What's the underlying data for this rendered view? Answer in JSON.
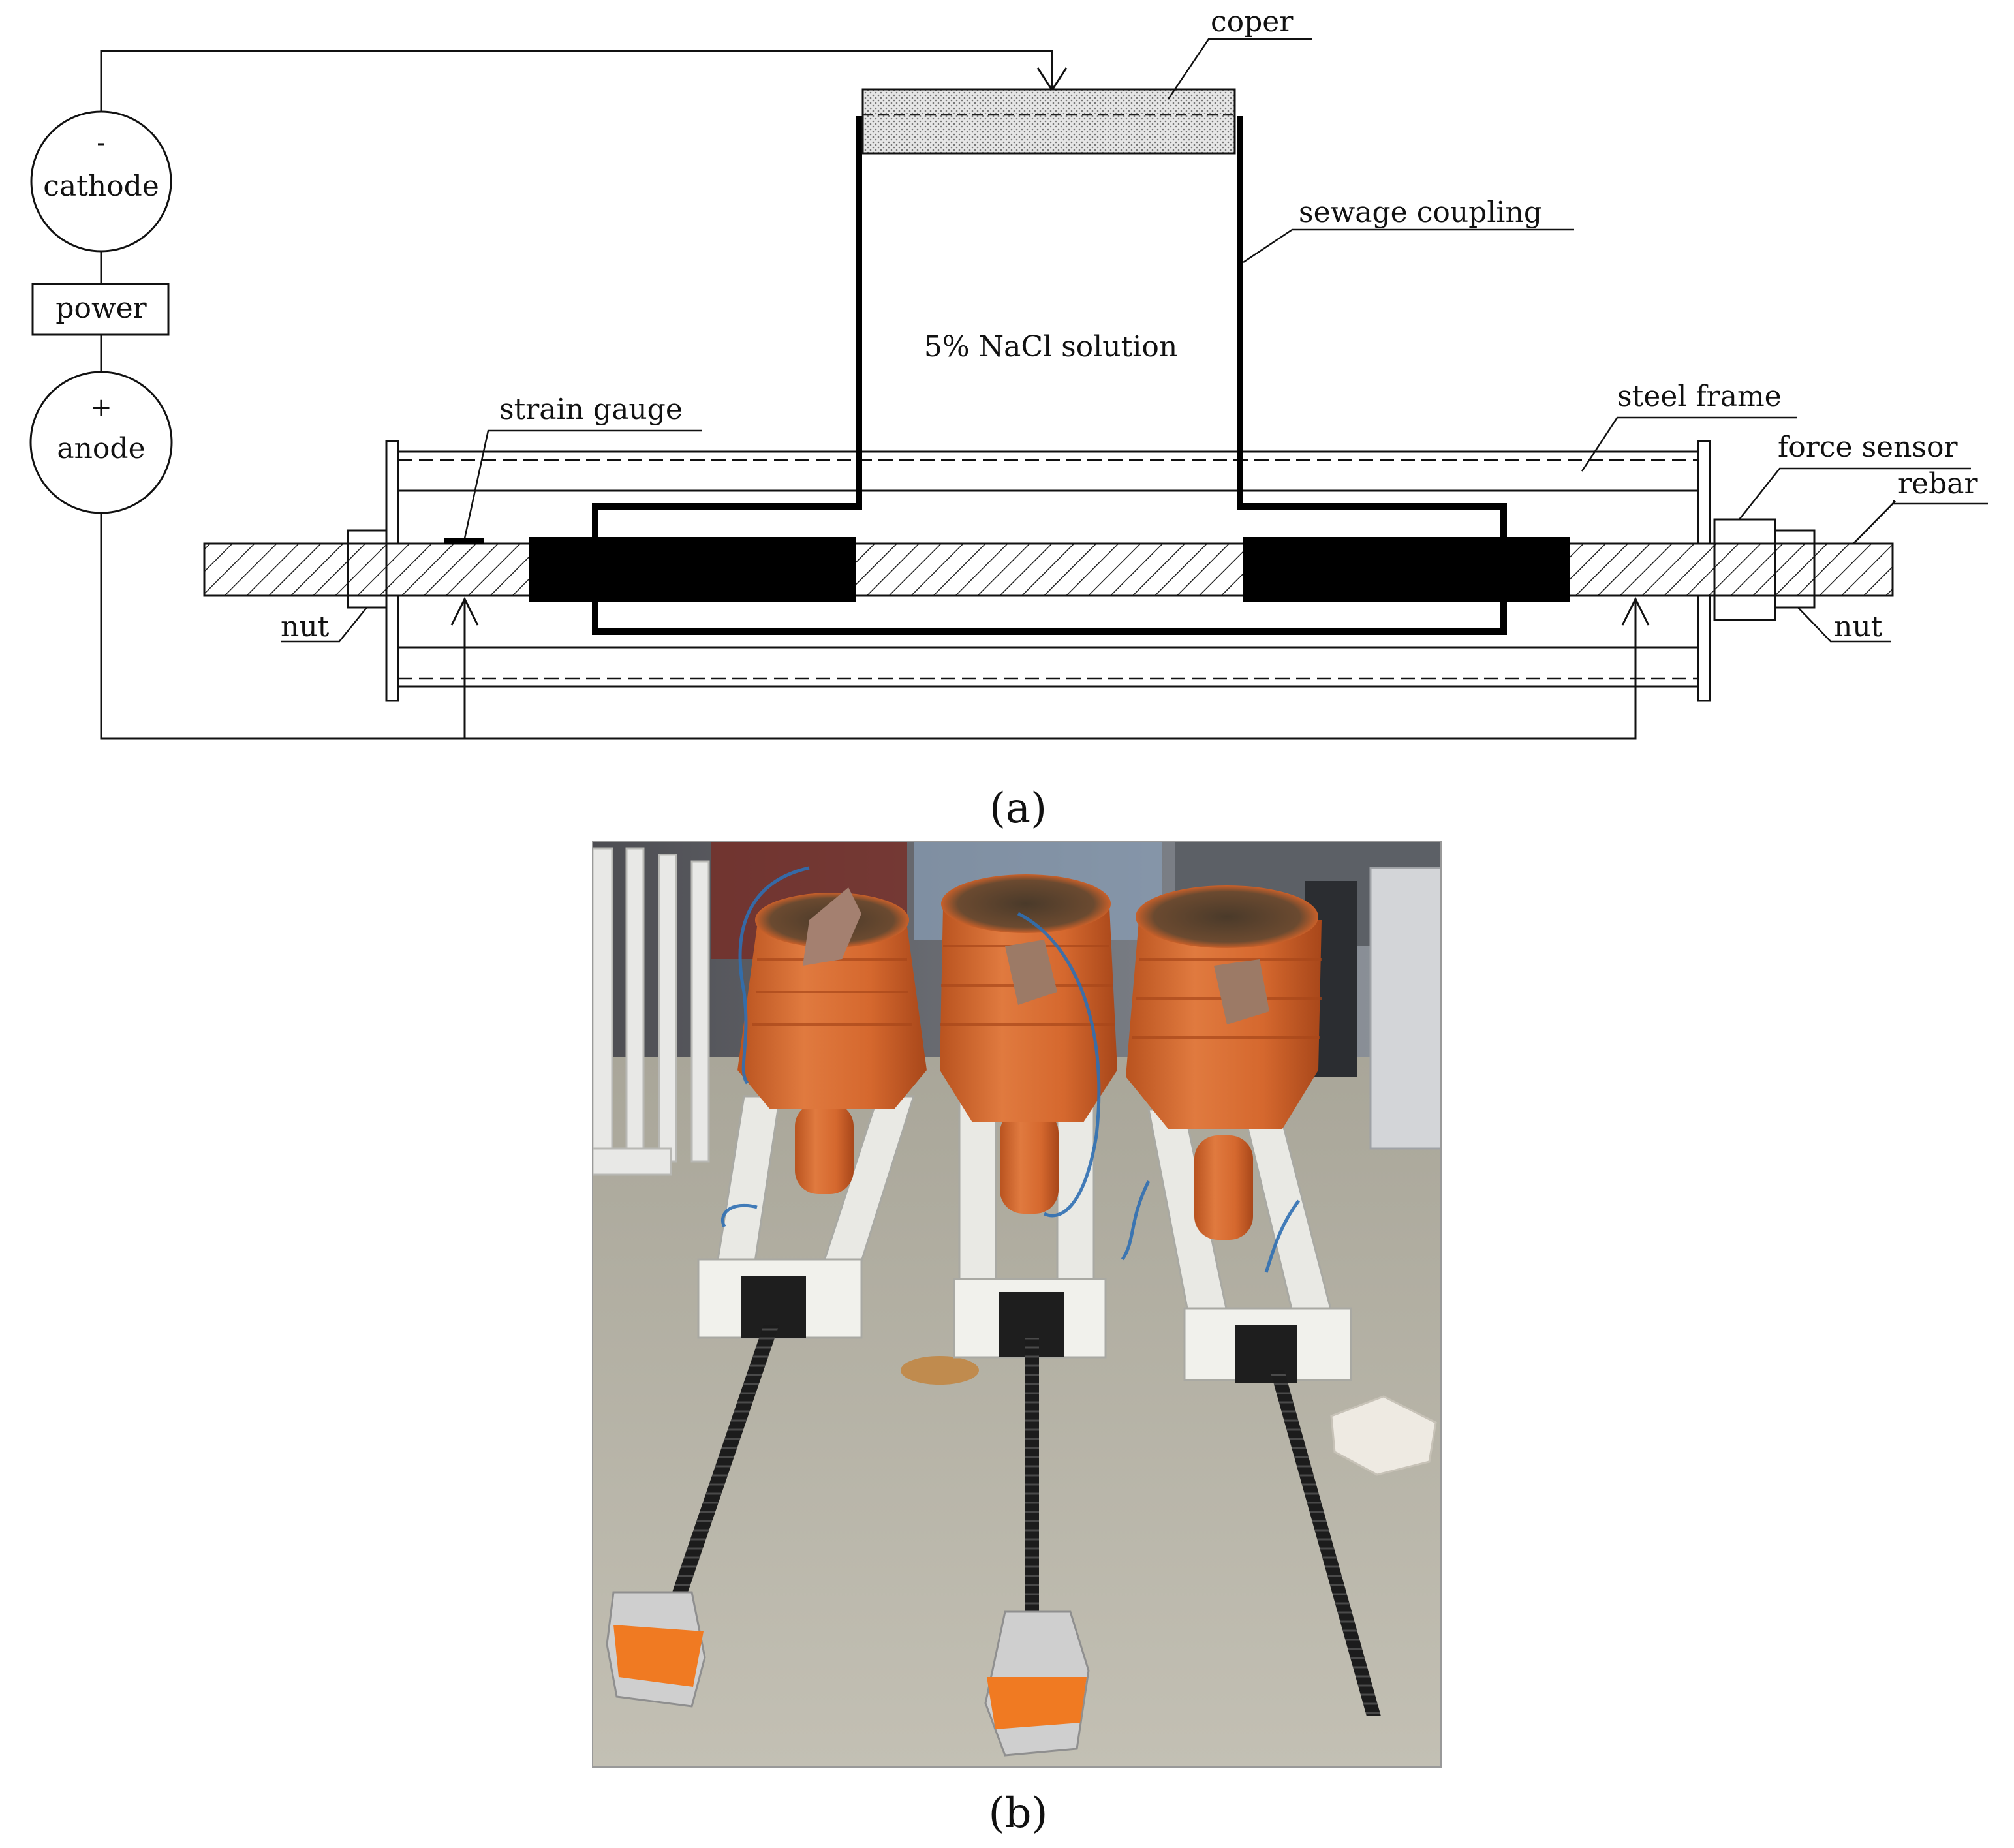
{
  "diagram": {
    "power_circuit": {
      "cathode": {
        "sign": "-",
        "label": "cathode"
      },
      "power": {
        "label": "power"
      },
      "anode": {
        "sign": "+",
        "label": "anode"
      }
    },
    "labels": {
      "coper": "coper",
      "sewage_coupling": "sewage coupling",
      "solution": "5% NaCl solution",
      "strain_gauge": "strain gauge",
      "steel_frame": "steel frame",
      "force_sensor": "force sensor",
      "rebar": "rebar",
      "nut_left": "nut",
      "nut_right": "nut"
    },
    "caption": "(a)"
  },
  "photo": {
    "caption": "(b)",
    "colors": {
      "coupling": "#d5682e",
      "floor": "#b6b3a6",
      "frame": "#e9e9e4",
      "tape": "#f07a22"
    }
  }
}
